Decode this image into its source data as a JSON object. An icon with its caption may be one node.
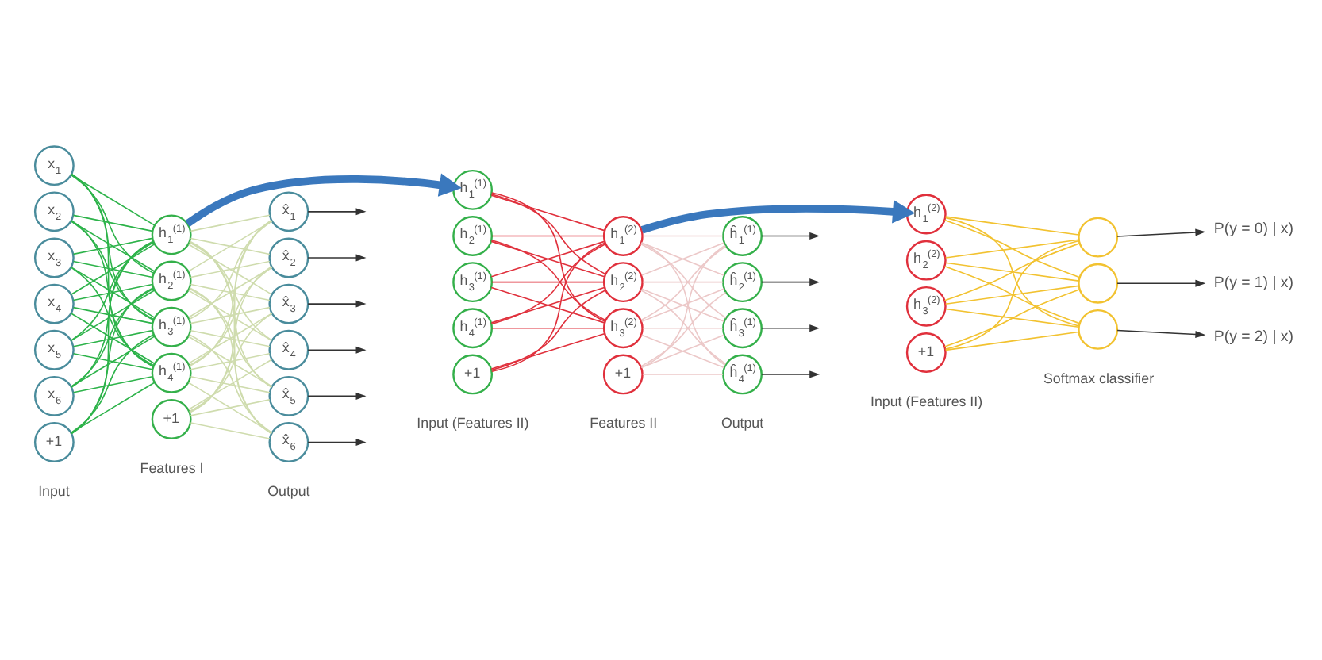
{
  "diagram": {
    "nodes": [
      {
        "text": [
          "x$_{1}$"
        ]
      },
      {
        "text": [
          "x$_{2}$"
        ]
      },
      {
        "text": [
          "x$_{3}$"
        ]
      },
      {
        "text": [
          "x$_{4}$"
        ]
      },
      {
        "text": [
          "x$_{5}$"
        ]
      },
      {
        "text": [
          "x$_{6}$"
        ]
      },
      {
        "text": [
          "+1"
        ]
      },
      {
        "text": [
          "h$_{1}$$^{(1)}$"
        ]
      },
      {
        "text": [
          "h$_{2}$$^{(1)}$"
        ]
      },
      {
        "text": [
          "h$_{3}$$^{(1)}$"
        ]
      },
      {
        "text": [
          "h$_{4}$$^{(1)}$"
        ]
      },
      {
        "text": [
          "+1"
        ]
      },
      {
        "text": [
          "x̂$_{1}$"
        ]
      },
      {
        "text": [
          "x̂$_{2}$"
        ]
      },
      {
        "text": [
          "x̂$_{3}$"
        ]
      },
      {
        "text": [
          "x̂$_{4}$"
        ]
      },
      {
        "text": [
          "x̂$_{5}$"
        ]
      },
      {
        "text": [
          "x̂$_{6}$"
        ]
      },
      {
        "text": [
          "h$_{1}$$^{(1)}$"
        ]
      },
      {
        "text": [
          "h$_{2}$$^{(1)}$"
        ]
      },
      {
        "text": [
          "h$_{3}$$^{(1)}$"
        ]
      },
      {
        "text": [
          "h$_{4}$$^{(1)}$"
        ]
      },
      {
        "text": [
          "+1"
        ]
      },
      {
        "text": [
          "h$_{1}$$^{(2)}$"
        ]
      },
      {
        "text": [
          "h$_{2}$$^{(2)}$"
        ]
      },
      {
        "text": [
          "h$_{3}$$^{(2)}$"
        ]
      },
      {
        "text": [
          "+1"
        ]
      },
      {
        "text": [
          "ĥ$_{1}$$^{(1)}$"
        ]
      },
      {
        "text": [
          "ĥ$_{2}$$^{(1)}$"
        ]
      },
      {
        "text": [
          "ĥ$_{3}$$^{(1)}$"
        ]
      },
      {
        "text": [
          "ĥ$_{4}$$^{(1)}$"
        ]
      },
      {
        "text": [
          "h$_{1}$$^{(2)}$"
        ]
      },
      {
        "text": [
          "h$_{2}$$^{(2)}$"
        ]
      },
      {
        "text": [
          "h$_{3}$$^{(2)}$"
        ]
      },
      {
        "text": [
          "+1"
        ]
      },
      {
        "text": [],
        "shape": "circle"
      },
      {
        "text": [],
        "shape": "circle"
      },
      {
        "text": [],
        "shape": "circle"
      },
      {
        "text": [
          "P(y = 0) | x)"
        ]
      },
      {
        "text": [
          "P(y = 1) | x)"
        ]
      },
      {
        "text": [
          "P(y = 2) | x)"
        ]
      }
    ],
    "edges": [
      {
        "from": 0,
        "to": 7,
        "arrow": "none",
        "color": "#2db34a"
      },
      {
        "from": 0,
        "to": 8,
        "arrow": "none",
        "color": "#2db34a"
      },
      {
        "from": 0,
        "to": 9,
        "arrow": "none",
        "color": "#2db34a"
      },
      {
        "from": 0,
        "to": 10,
        "arrow": "none",
        "color": "#2db34a"
      },
      {
        "from": 1,
        "to": 7,
        "arrow": "none",
        "color": "#2db34a"
      },
      {
        "from": 1,
        "to": 8,
        "arrow": "none",
        "color": "#2db34a"
      },
      {
        "from": 1,
        "to": 9,
        "arrow": "none",
        "color": "#2db34a"
      },
      {
        "from": 1,
        "to": 10,
        "arrow": "none",
        "color": "#2db34a"
      },
      {
        "from": 2,
        "to": 7,
        "arrow": "none",
        "color": "#2db34a"
      },
      {
        "from": 2,
        "to": 8,
        "arrow": "none",
        "color": "#2db34a"
      },
      {
        "from": 2,
        "to": 9,
        "arrow": "none",
        "color": "#2db34a"
      },
      {
        "from": 2,
        "to": 10,
        "arrow": "none",
        "color": "#2db34a"
      },
      {
        "from": 3,
        "to": 7,
        "arrow": "none",
        "color": "#2db34a"
      },
      {
        "from": 3,
        "to": 8,
        "arrow": "none",
        "color": "#2db34a"
      },
      {
        "from": 3,
        "to": 9,
        "arrow": "none",
        "color": "#2db34a"
      },
      {
        "from": 3,
        "to": 10,
        "arrow": "none",
        "color": "#2db34a"
      },
      {
        "from": 4,
        "to": 7,
        "arrow": "none",
        "color": "#2db34a"
      },
      {
        "from": 4,
        "to": 8,
        "arrow": "none",
        "color": "#2db34a"
      },
      {
        "from": 4,
        "to": 9,
        "arrow": "none",
        "color": "#2db34a"
      },
      {
        "from": 4,
        "to": 10,
        "arrow": "none",
        "color": "#2db34a"
      },
      {
        "from": 5,
        "to": 7,
        "arrow": "none",
        "color": "#2db34a"
      },
      {
        "from": 5,
        "to": 8,
        "arrow": "none",
        "color": "#2db34a"
      },
      {
        "from": 5,
        "to": 9,
        "arrow": "none",
        "color": "#2db34a"
      },
      {
        "from": 5,
        "to": 10,
        "arrow": "none",
        "color": "#2db34a"
      },
      {
        "from": 6,
        "to": 7,
        "arrow": "none",
        "color": "#2db34a"
      },
      {
        "from": 6,
        "to": 8,
        "arrow": "none",
        "color": "#2db34a"
      },
      {
        "from": 6,
        "to": 9,
        "arrow": "none",
        "color": "#2db34a"
      },
      {
        "from": 6,
        "to": 10,
        "arrow": "none",
        "color": "#2db34a"
      },
      {
        "from": 7,
        "to": 12,
        "arrow": "none",
        "color": "#cfdcae"
      },
      {
        "from": 7,
        "to": 13,
        "arrow": "none",
        "color": "#cfdcae"
      },
      {
        "from": 7,
        "to": 14,
        "arrow": "none",
        "color": "#cfdcae"
      },
      {
        "from": 7,
        "to": 15,
        "arrow": "none",
        "color": "#cfdcae"
      },
      {
        "from": 7,
        "to": 16,
        "arrow": "none",
        "color": "#cfdcae"
      },
      {
        "from": 7,
        "to": 17,
        "arrow": "none",
        "color": "#cfdcae"
      },
      {
        "from": 8,
        "to": 12,
        "arrow": "none",
        "color": "#cfdcae"
      },
      {
        "from": 8,
        "to": 13,
        "arrow": "none",
        "color": "#cfdcae"
      },
      {
        "from": 8,
        "to": 14,
        "arrow": "none",
        "color": "#cfdcae"
      },
      {
        "from": 8,
        "to": 15,
        "arrow": "none",
        "color": "#cfdcae"
      },
      {
        "from": 8,
        "to": 16,
        "arrow": "none",
        "color": "#cfdcae"
      },
      {
        "from": 8,
        "to": 17,
        "arrow": "none",
        "color": "#cfdcae"
      },
      {
        "from": 9,
        "to": 12,
        "arrow": "none",
        "color": "#cfdcae"
      },
      {
        "from": 9,
        "to": 13,
        "arrow": "none",
        "color": "#cfdcae"
      },
      {
        "from": 9,
        "to": 14,
        "arrow": "none",
        "color": "#cfdcae"
      },
      {
        "from": 9,
        "to": 15,
        "arrow": "none",
        "color": "#cfdcae"
      },
      {
        "from": 9,
        "to": 16,
        "arrow": "none",
        "color": "#cfdcae"
      },
      {
        "from": 9,
        "to": 17,
        "arrow": "none",
        "color": "#cfdcae"
      },
      {
        "from": 10,
        "to": 12,
        "arrow": "none",
        "color": "#cfdcae"
      },
      {
        "from": 10,
        "to": 13,
        "arrow": "none",
        "color": "#cfdcae"
      },
      {
        "from": 10,
        "to": 14,
        "arrow": "none",
        "color": "#cfdcae"
      },
      {
        "from": 10,
        "to": 15,
        "arrow": "none",
        "color": "#cfdcae"
      },
      {
        "from": 10,
        "to": 16,
        "arrow": "none",
        "color": "#cfdcae"
      },
      {
        "from": 10,
        "to": 17,
        "arrow": "none",
        "color": "#cfdcae"
      },
      {
        "from": 11,
        "to": 12,
        "arrow": "none",
        "color": "#cfdcae"
      },
      {
        "from": 11,
        "to": 13,
        "arrow": "none",
        "color": "#cfdcae"
      },
      {
        "from": 11,
        "to": 14,
        "arrow": "none",
        "color": "#cfdcae"
      },
      {
        "from": 11,
        "to": 15,
        "arrow": "none",
        "color": "#cfdcae"
      },
      {
        "from": 11,
        "to": 16,
        "arrow": "none",
        "color": "#cfdcae"
      },
      {
        "from": 11,
        "to": 17,
        "arrow": "none",
        "color": "#cfdcae"
      },
      {
        "from": 12,
        "to": null,
        "arrow": "to",
        "color": "#333333"
      },
      {
        "from": 13,
        "to": null,
        "arrow": "to",
        "color": "#333333"
      },
      {
        "from": 14,
        "to": null,
        "arrow": "to",
        "color": "#333333"
      },
      {
        "from": 15,
        "to": null,
        "arrow": "to",
        "color": "#333333"
      },
      {
        "from": 16,
        "to": null,
        "arrow": "to",
        "color": "#333333"
      },
      {
        "from": 17,
        "to": null,
        "arrow": "to",
        "color": "#333333"
      },
      {
        "from": 7,
        "to": 18,
        "arrow": "to",
        "style": "thick",
        "color": "#3a78bd"
      },
      {
        "from": 18,
        "to": 23,
        "arrow": "none",
        "color": "#e0303c"
      },
      {
        "from": 18,
        "to": 24,
        "arrow": "none",
        "color": "#e0303c"
      },
      {
        "from": 18,
        "to": 25,
        "arrow": "none",
        "color": "#e0303c"
      },
      {
        "from": 19,
        "to": 23,
        "arrow": "none",
        "color": "#e0303c"
      },
      {
        "from": 19,
        "to": 24,
        "arrow": "none",
        "color": "#e0303c"
      },
      {
        "from": 19,
        "to": 25,
        "arrow": "none",
        "color": "#e0303c"
      },
      {
        "from": 20,
        "to": 23,
        "arrow": "none",
        "color": "#e0303c"
      },
      {
        "from": 20,
        "to": 24,
        "arrow": "none",
        "color": "#e0303c"
      },
      {
        "from": 20,
        "to": 25,
        "arrow": "none",
        "color": "#e0303c"
      },
      {
        "from": 21,
        "to": 23,
        "arrow": "none",
        "color": "#e0303c"
      },
      {
        "from": 21,
        "to": 24,
        "arrow": "none",
        "color": "#e0303c"
      },
      {
        "from": 21,
        "to": 25,
        "arrow": "none",
        "color": "#e0303c"
      },
      {
        "from": 22,
        "to": 23,
        "arrow": "none",
        "color": "#e0303c"
      },
      {
        "from": 22,
        "to": 24,
        "arrow": "none",
        "color": "#e0303c"
      },
      {
        "from": 22,
        "to": 25,
        "arrow": "none",
        "color": "#e0303c"
      },
      {
        "from": 23,
        "to": 27,
        "arrow": "none",
        "color": "#ecc8c8"
      },
      {
        "from": 23,
        "to": 28,
        "arrow": "none",
        "color": "#ecc8c8"
      },
      {
        "from": 23,
        "to": 29,
        "arrow": "none",
        "color": "#ecc8c8"
      },
      {
        "from": 23,
        "to": 30,
        "arrow": "none",
        "color": "#ecc8c8"
      },
      {
        "from": 24,
        "to": 27,
        "arrow": "none",
        "color": "#ecc8c8"
      },
      {
        "from": 24,
        "to": 28,
        "arrow": "none",
        "color": "#ecc8c8"
      },
      {
        "from": 24,
        "to": 29,
        "arrow": "none",
        "color": "#ecc8c8"
      },
      {
        "from": 24,
        "to": 30,
        "arrow": "none",
        "color": "#ecc8c8"
      },
      {
        "from": 25,
        "to": 27,
        "arrow": "none",
        "color": "#ecc8c8"
      },
      {
        "from": 25,
        "to": 28,
        "arrow": "none",
        "color": "#ecc8c8"
      },
      {
        "from": 25,
        "to": 29,
        "arrow": "none",
        "color": "#ecc8c8"
      },
      {
        "from": 25,
        "to": 30,
        "arrow": "none",
        "color": "#ecc8c8"
      },
      {
        "from": 26,
        "to": 27,
        "arrow": "none",
        "color": "#ecc8c8"
      },
      {
        "from": 26,
        "to": 28,
        "arrow": "none",
        "color": "#ecc8c8"
      },
      {
        "from": 26,
        "to": 29,
        "arrow": "none",
        "color": "#ecc8c8"
      },
      {
        "from": 26,
        "to": 30,
        "arrow": "none",
        "color": "#ecc8c8"
      },
      {
        "from": 27,
        "to": null,
        "arrow": "to",
        "color": "#333333"
      },
      {
        "from": 28,
        "to": null,
        "arrow": "to",
        "color": "#333333"
      },
      {
        "from": 29,
        "to": null,
        "arrow": "to",
        "color": "#333333"
      },
      {
        "from": 30,
        "to": null,
        "arrow": "to",
        "color": "#333333"
      },
      {
        "from": 23,
        "to": 31,
        "arrow": "to",
        "style": "thick",
        "color": "#3a78bd"
      },
      {
        "from": 31,
        "to": 35,
        "arrow": "none",
        "color": "#f2c230"
      },
      {
        "from": 31,
        "to": 36,
        "arrow": "none",
        "color": "#f2c230"
      },
      {
        "from": 31,
        "to": 37,
        "arrow": "none",
        "color": "#f2c230"
      },
      {
        "from": 32,
        "to": 35,
        "arrow": "none",
        "color": "#f2c230"
      },
      {
        "from": 32,
        "to": 36,
        "arrow": "none",
        "color": "#f2c230"
      },
      {
        "from": 32,
        "to": 37,
        "arrow": "none",
        "color": "#f2c230"
      },
      {
        "from": 33,
        "to": 35,
        "arrow": "none",
        "color": "#f2c230"
      },
      {
        "from": 33,
        "to": 36,
        "arrow": "none",
        "color": "#f2c230"
      },
      {
        "from": 33,
        "to": 37,
        "arrow": "none",
        "color": "#f2c230"
      },
      {
        "from": 34,
        "to": 35,
        "arrow": "none",
        "color": "#f2c230"
      },
      {
        "from": 34,
        "to": 36,
        "arrow": "none",
        "color": "#f2c230"
      },
      {
        "from": 34,
        "to": 37,
        "arrow": "none",
        "color": "#f2c230"
      },
      {
        "from": 35,
        "to": 38,
        "arrow": "to",
        "color": "#333333"
      },
      {
        "from": 36,
        "to": 39,
        "arrow": "to",
        "color": "#333333"
      },
      {
        "from": 37,
        "to": 40,
        "arrow": "to",
        "color": "#333333"
      }
    ],
    "labels": [
      "Input",
      "Features I",
      "Output",
      "Input (Features II)",
      "Features II",
      "Output",
      "Input (Features II)",
      "Softmax classifier"
    ]
  }
}
